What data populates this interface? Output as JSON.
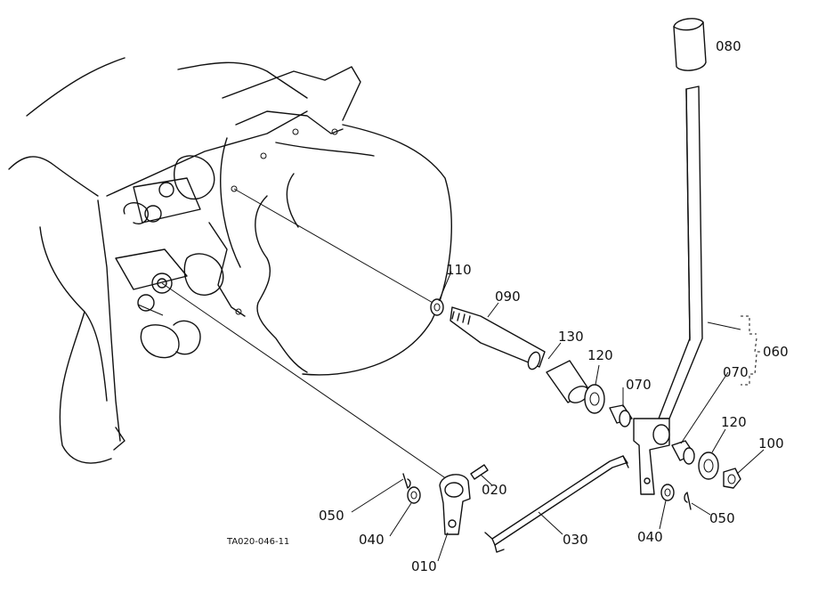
{
  "diagram_id": "TA020-046-11",
  "callouts": [
    {
      "id": "p080",
      "text": "080"
    },
    {
      "id": "p060",
      "text": "060"
    },
    {
      "id": "p110",
      "text": "110"
    },
    {
      "id": "p090",
      "text": "090"
    },
    {
      "id": "p130",
      "text": "130"
    },
    {
      "id": "p120a",
      "text": "120"
    },
    {
      "id": "p070a",
      "text": "070"
    },
    {
      "id": "p070b",
      "text": "070"
    },
    {
      "id": "p120b",
      "text": "120"
    },
    {
      "id": "p100",
      "text": "100"
    },
    {
      "id": "p020",
      "text": "020"
    },
    {
      "id": "p050a",
      "text": "050"
    },
    {
      "id": "p040a",
      "text": "040"
    },
    {
      "id": "p010",
      "text": "010"
    },
    {
      "id": "p030",
      "text": "030"
    },
    {
      "id": "p040b",
      "text": "040"
    },
    {
      "id": "p050b",
      "text": "050"
    }
  ]
}
